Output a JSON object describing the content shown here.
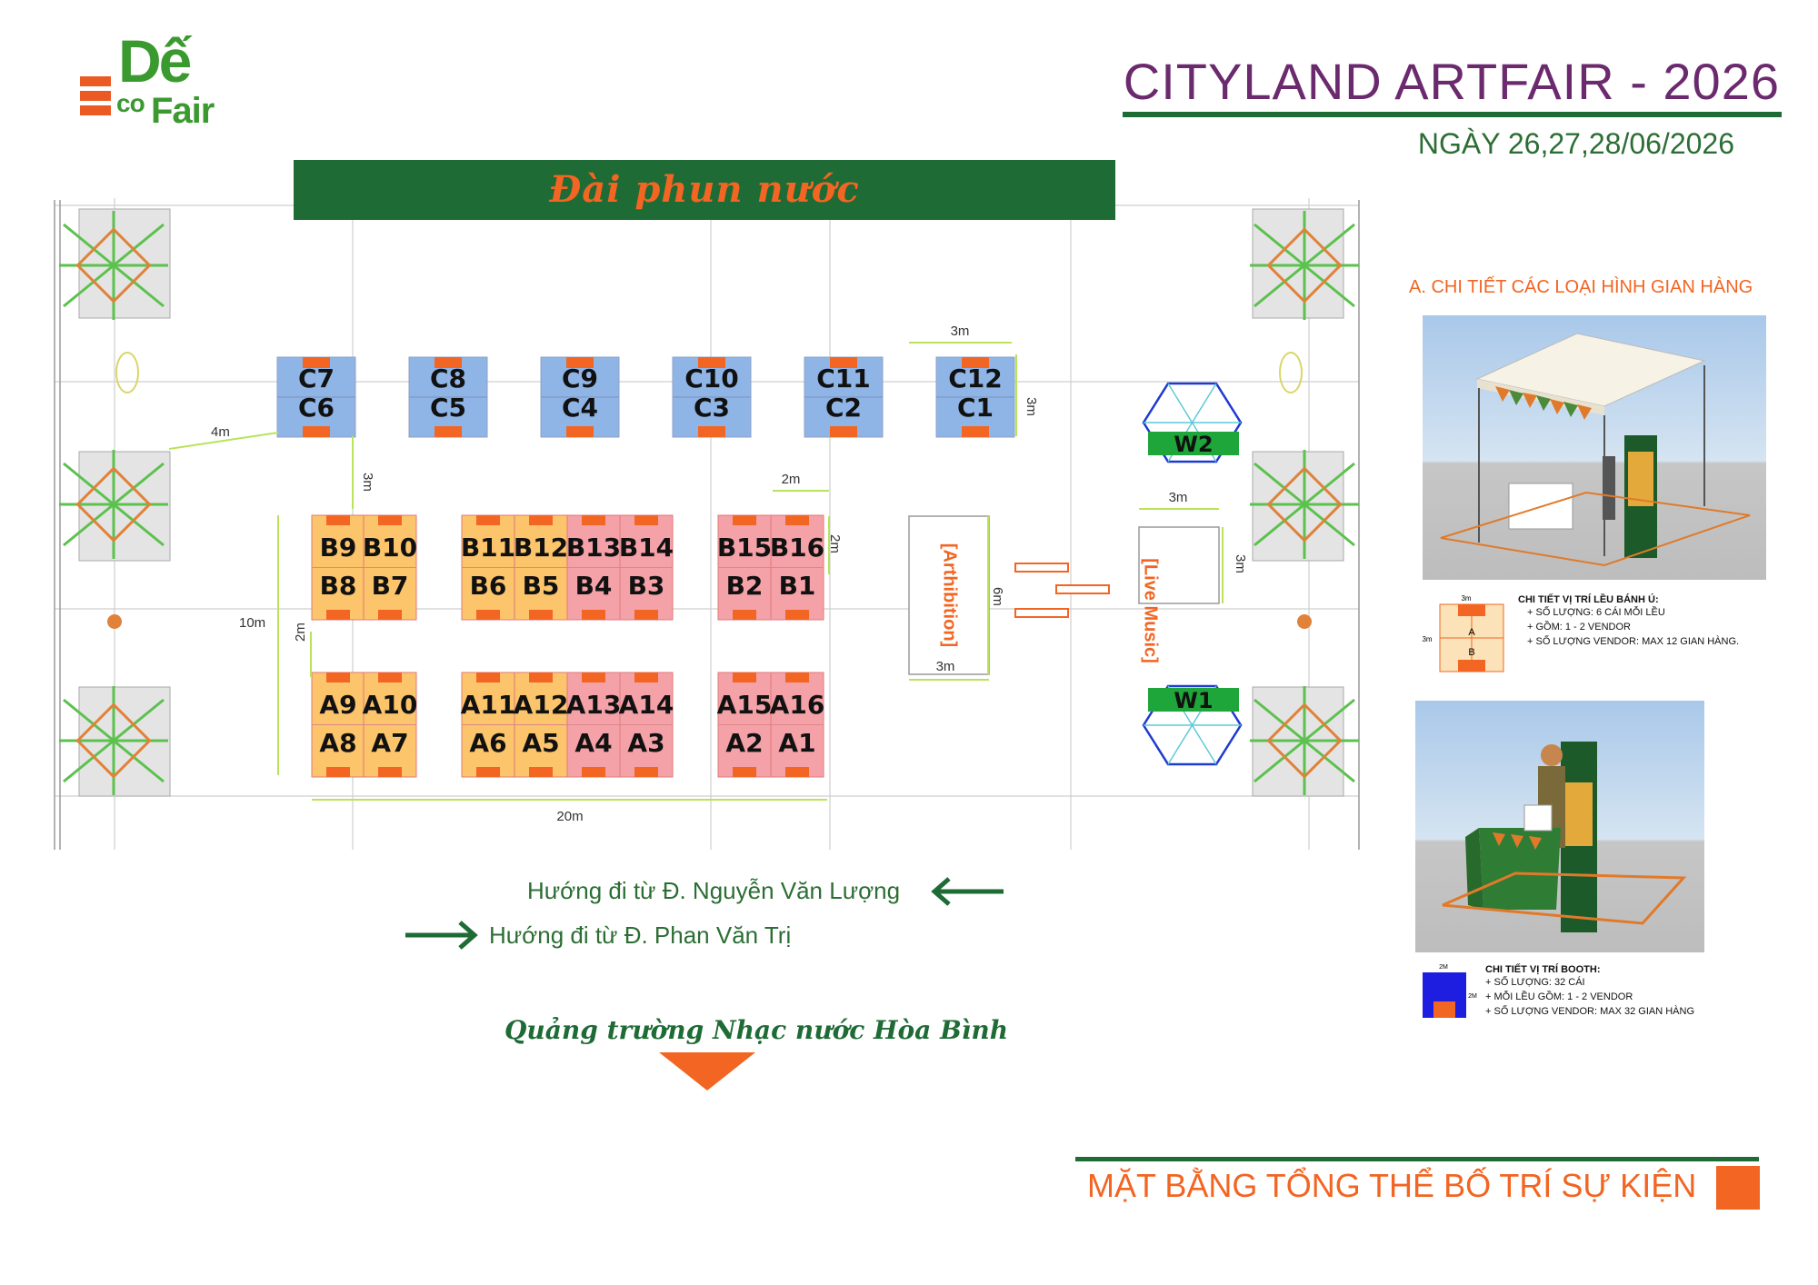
{
  "logo": {
    "line1": "Dế",
    "line2a": "co",
    "line2b": "Fair"
  },
  "header": {
    "title": "CITYLAND ARTFAIR - 2026",
    "date": "NGÀY 26,27,28/06/2026"
  },
  "map": {
    "fountain": "Đài phun nước",
    "c_booths": [
      [
        "C7",
        "C6"
      ],
      [
        "C8",
        "C5"
      ],
      [
        "C9",
        "C4"
      ],
      [
        "C10",
        "C3"
      ],
      [
        "C11",
        "C2"
      ],
      [
        "C12",
        "C1"
      ]
    ],
    "b_booths": [
      [
        "B9",
        "B8"
      ],
      [
        "B10",
        "B7"
      ],
      [
        "B11",
        "B6"
      ],
      [
        "B12",
        "B5"
      ],
      [
        "B13",
        "B4"
      ],
      [
        "B14",
        "B3"
      ],
      [
        "B15",
        "B2"
      ],
      [
        "B16",
        "B1"
      ]
    ],
    "a_booths": [
      [
        "A9",
        "A8"
      ],
      [
        "A10",
        "A7"
      ],
      [
        "A11",
        "A6"
      ],
      [
        "A12",
        "A5"
      ],
      [
        "A13",
        "A4"
      ],
      [
        "A14",
        "A3"
      ],
      [
        "A15",
        "A2"
      ],
      [
        "A16",
        "A1"
      ]
    ],
    "zones": {
      "exhibition": "[Arthibition]",
      "music": "[Live Music]",
      "w2": "W2",
      "w1": "W1"
    },
    "dimensions": {
      "d4m": "4m",
      "d3m_a": "3m",
      "d3m_b": "3m",
      "d3m_c": "3m",
      "d2m_a": "2m",
      "d2m_b": "2m",
      "d10m": "10m",
      "d20m": "20m",
      "d6m": "6m",
      "d3m_d": "3m",
      "d3m_e": "3m",
      "d3m_f": "3m",
      "d2m_c": "2m"
    },
    "colors": {
      "green": "#1e6b35",
      "orange": "#f26522",
      "blue": "#8fb5e6",
      "yellow": "#fcc46b",
      "pink": "#f4a1a8"
    }
  },
  "directions": {
    "from_left": "Hướng đi từ Đ. Nguyễn Văn Lượng",
    "from_right": "Hướng đi từ Đ. Phan Văn Trị",
    "square": "Quảng trường Nhạc nước Hòa Bình"
  },
  "panel": {
    "section_title": "A. CHI TIẾT CÁC LOẠI HÌNH GIAN HÀNG",
    "tent_detail": {
      "dim_top": "3m",
      "dim_side": "3m",
      "label_a": "A",
      "label_b": "B",
      "heading": "CHI TIẾT VỊ TRÍ LỀU BÁNH Ú:",
      "items": [
        "+  SỐ LƯỢNG: 6 CÁI MỖI LỀU",
        "+  GỒM: 1 - 2 VENDOR",
        "+  SỐ LƯỢNG VENDOR: MAX 12 GIAN HÀNG."
      ]
    },
    "booth_detail": {
      "dim_top": "2M",
      "dim_side": "2M",
      "heading": "CHI TIẾT VỊ TRÍ BOOTH:",
      "items": [
        "+ SỐ LƯỢNG: 32 CÁI",
        "+ MỖI LỀU GỒM: 1 - 2 VENDOR",
        "+ SỐ LƯỢNG VENDOR: MAX 32 GIAN HÀNG"
      ]
    }
  },
  "footer": {
    "title": "MẶT BẰNG TỔNG THỂ BỐ TRÍ SỰ KIỆN"
  }
}
